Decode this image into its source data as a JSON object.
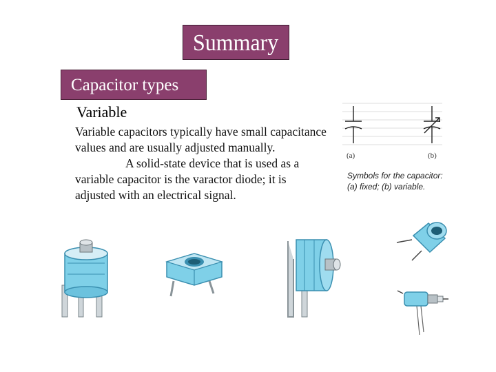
{
  "slide": {
    "title": "Summary",
    "subtitle": "Capacitor types",
    "heading": "Variable",
    "paragraph1": "Variable capacitors typically have small capacitance values and are usually adjusted manually.",
    "paragraph2": "A solid-state device that is used as a variable capacitor is the varactor diode; it is adjusted with an electrical signal."
  },
  "figure": {
    "label_a": "(a)",
    "label_b": "(b)",
    "caption": "Symbols for the capacitor: (a) fixed; (b) variable."
  },
  "colors": {
    "title_bg": "#8a3f6d",
    "device_blue": "#7fd0e8",
    "device_dark": "#3a8fb0"
  }
}
